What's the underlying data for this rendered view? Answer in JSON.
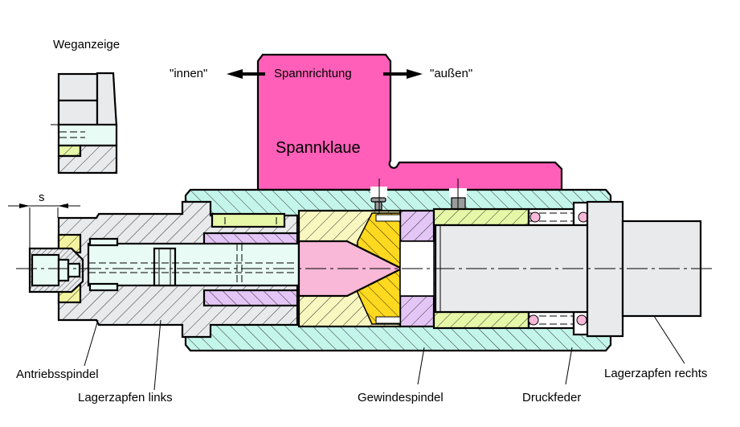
{
  "title_view": "Weganzeige",
  "direction": {
    "label": "Spannrichtung",
    "left": "\"innen\"",
    "right": "\"außen\""
  },
  "dimension_label": "s",
  "parts": {
    "jaw": "Spannklaue",
    "drive_spindle": "Antriebsspindel",
    "left_journal": "Lagerzapfen links",
    "threaded_spindle": "Gewindespindel",
    "compression_spring": "Druckfeder",
    "right_journal": "Lagerzapfen rechts"
  },
  "colors": {
    "jaw": "#ff5fb8",
    "housing": "#c4f5ea",
    "spindle_grey": "#e8eaec",
    "shaft_light": "#e8fbf4",
    "yellow_light": "#f9f7c0",
    "yellow_green": "#e6f7a8",
    "purple": "#e4c6f6",
    "pink_cone": "#f9b8d8",
    "gold": "#ffd820",
    "screw_grey": "#9a9c9c"
  }
}
